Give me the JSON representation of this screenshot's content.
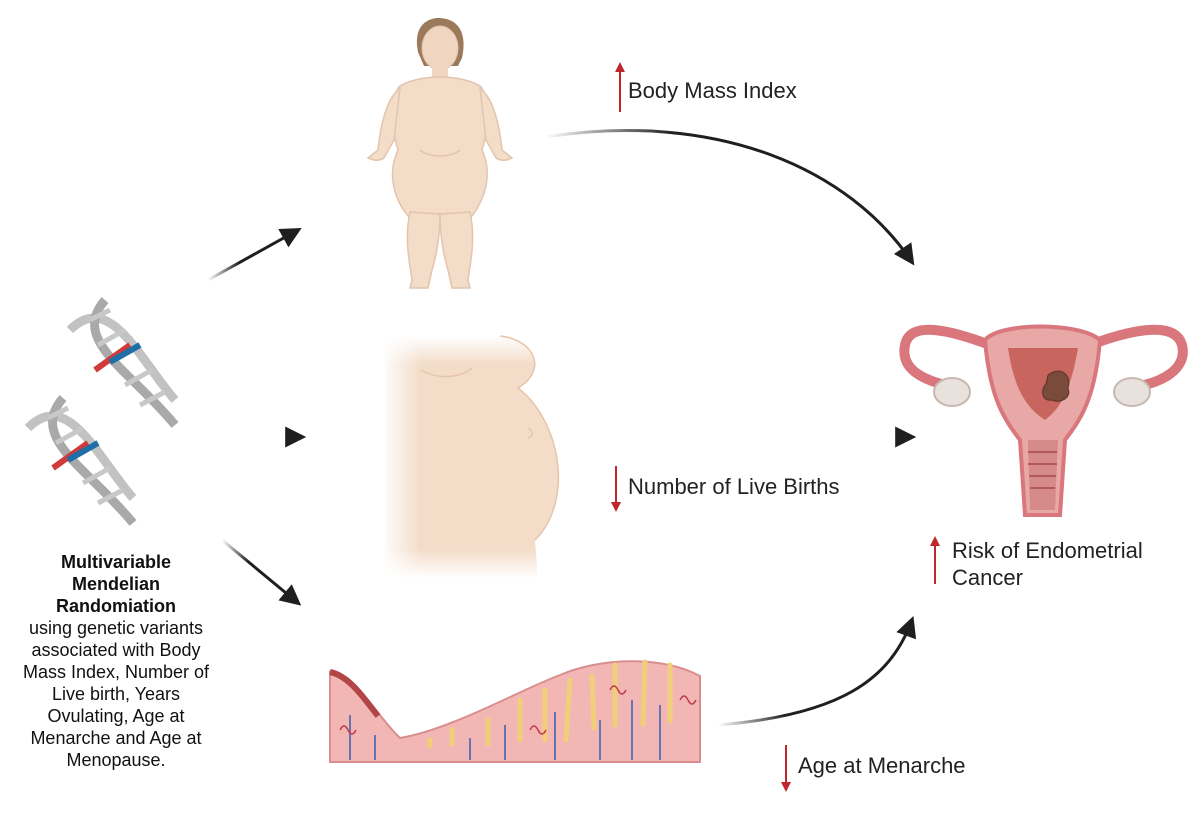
{
  "labels": {
    "bmi": "Body Mass Index",
    "births": "Number of Live Births",
    "risk": "Risk of Endometrial Cancer",
    "menarche": "Age at Menarche"
  },
  "trends": {
    "bmi": "up",
    "births": "down",
    "risk": "up",
    "menarche": "down"
  },
  "method": {
    "title": "Multivariable Mendelian Randomiation",
    "description": "using genetic variants associated with Body Mass Index, Number of Live birth, Years Ovulating, Age at Menarche and Age at Menopause."
  },
  "colors": {
    "arrow": "#1f1f1f",
    "trend": "#c0272d",
    "skin": "#f3dcc8",
    "tissue": "#e9a3a3",
    "uterus": "#d9777c",
    "dna_grey": "#b8b8b8",
    "dna_blue": "#1e6fa8",
    "dna_red": "#d03a3a"
  }
}
